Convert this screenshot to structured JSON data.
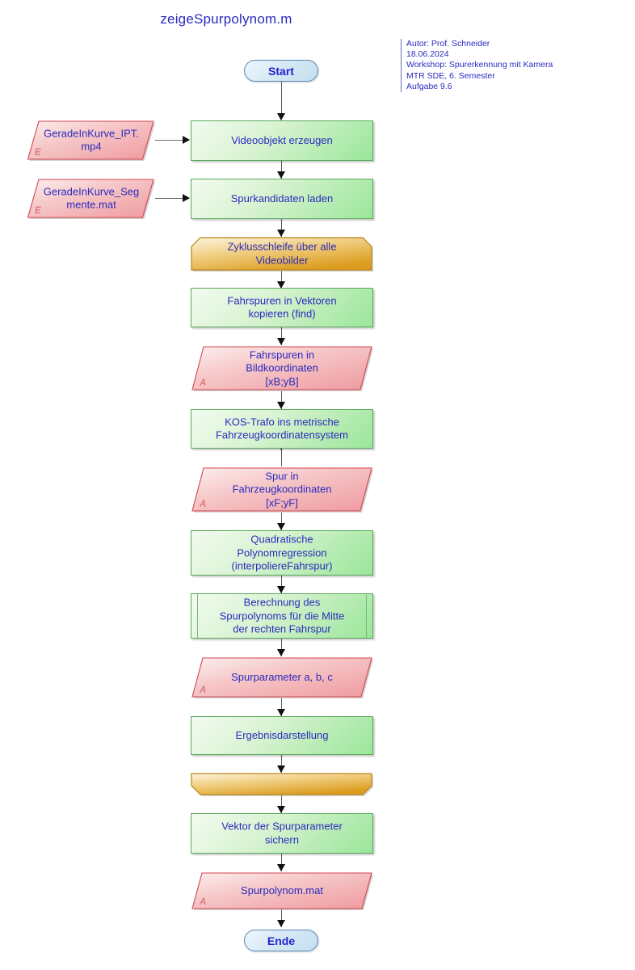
{
  "title": "zeigeSpurpolynom.m",
  "legend": {
    "lines": [
      "Autor: Prof. Schneider",
      "18.06.2024",
      "Workshop: Spurerkennung mit Kamera",
      "MTR SDE, 6. Semester",
      "Aufgabe 9.6"
    ]
  },
  "colors": {
    "text_blue": "#2b2bbf",
    "process_green": "#9ae69a",
    "process_border": "#58a95a",
    "data_pink": "#ef9a9f",
    "data_border": "#d2454f",
    "loop_orange": "#e0a52a",
    "loop_border": "#b9841a",
    "terminator_blue": "#c3dff0",
    "terminator_border": "#5b87b5",
    "io_marker": "#e0757d",
    "connector_gray": "#5a5a5a"
  },
  "nodes": {
    "start": {
      "label": "Start",
      "type": "terminator"
    },
    "input_video": {
      "label": "GeradeInKurve_IPT.\nmp4",
      "type": "data-input",
      "marker": "E"
    },
    "video_object": {
      "label": "Videoobjekt erzeugen",
      "type": "process"
    },
    "input_segments": {
      "label": "GeradeInKurve_Seg\nmente.mat",
      "type": "data-input",
      "marker": "E"
    },
    "load_candidates": {
      "label": "Spurkandidaten laden",
      "type": "process"
    },
    "loop_start": {
      "label": "Zyklusschleife über alle\nVideobilder",
      "type": "loop-start"
    },
    "copy_vectors": {
      "label": "Fahrspuren in Vektoren\nkopieren (find)",
      "type": "process"
    },
    "out_image_coords": {
      "label": "Fahrspuren in\nBildkoordinaten\n[xB;yB]",
      "type": "data-output",
      "marker": "A"
    },
    "kos_trafo": {
      "label": "KOS-Trafo ins metrische\nFahrzeugkoordinatensystem",
      "type": "process"
    },
    "out_vehicle_coords": {
      "label": "Spur in\nFahrzeugkoordinaten\n[xF;yF]",
      "type": "data-output",
      "marker": "A"
    },
    "poly_regression": {
      "label": "Quadratische\nPolynomregression\n(interpoliereFahrspur)",
      "type": "process"
    },
    "lane_center_calc": {
      "label": "Berechnung des\nSpurpolynoms für die Mitte\nder rechten Fahrspur",
      "type": "subroutine"
    },
    "out_params": {
      "label": "Spurparameter a, b, c",
      "type": "data-output",
      "marker": "A"
    },
    "result_display": {
      "label": "Ergebnisdarstellung",
      "type": "process"
    },
    "loop_end": {
      "label": "",
      "type": "loop-end"
    },
    "save_vector": {
      "label": "Vektor der Spurparameter\nsichern",
      "type": "process"
    },
    "out_file": {
      "label": "Spurpolynom.mat",
      "type": "data-output",
      "marker": "A"
    },
    "end": {
      "label": "Ende",
      "type": "terminator"
    }
  }
}
